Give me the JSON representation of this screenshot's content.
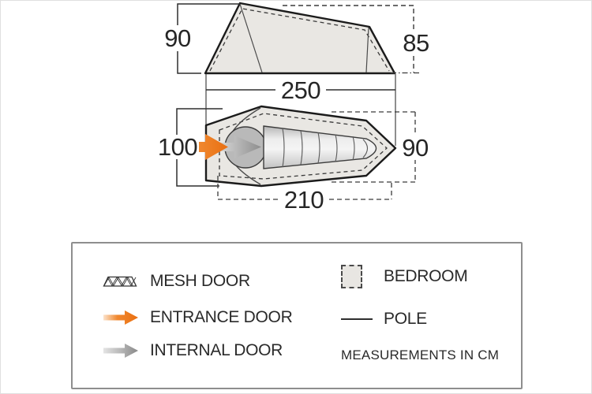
{
  "diagram": {
    "side_view": {
      "height_left": "90",
      "height_right": "85",
      "length": "250"
    },
    "floor_plan": {
      "entrance_width": "100",
      "rear_width": "90",
      "bedroom_length": "210"
    }
  },
  "legend": {
    "rows_left": [
      {
        "icon": "mesh-door-icon",
        "label": "MESH DOOR"
      },
      {
        "icon": "entrance-door-icon",
        "label": "ENTRANCE DOOR"
      },
      {
        "icon": "internal-door-icon",
        "label": "INTERNAL DOOR"
      }
    ],
    "rows_right": [
      {
        "icon": "bedroom-swatch",
        "label": "BEDROOM"
      },
      {
        "icon": "pole-icon",
        "label": "POLE"
      }
    ],
    "note": "MEASUREMENTS IN CM"
  },
  "colors": {
    "entrance_orange": "#ee7722",
    "internal_gray": "#9a9a9a",
    "tent_fill": "#e9e7e3",
    "outline": "#1b1b1b",
    "legend_border": "#8e8e8e"
  }
}
